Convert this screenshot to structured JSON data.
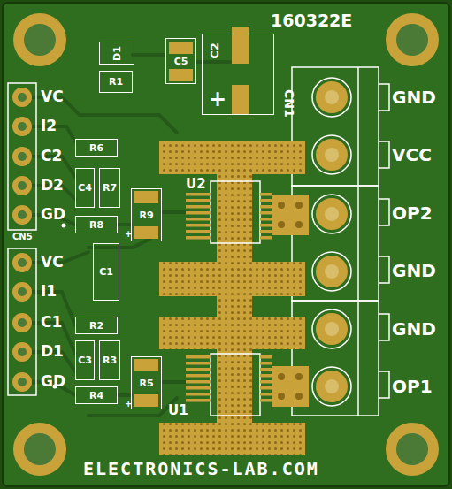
{
  "diagram": {
    "nodes": [
      {
        "text": [
          "D1"
        ]
      },
      {
        "text": [
          "C5"
        ]
      },
      {
        "text": [
          "C2"
        ]
      },
      {
        "text": [
          "R1"
        ]
      },
      {
        "text": [
          "R6"
        ]
      },
      {
        "text": [
          "C4"
        ]
      },
      {
        "text": [
          "R7"
        ]
      },
      {
        "text": [
          "R9"
        ]
      },
      {
        "text": [
          "R8"
        ]
      },
      {
        "text": [
          "C1"
        ]
      },
      {
        "text": [
          "R2"
        ]
      },
      {
        "text": [
          "C3"
        ]
      },
      {
        "text": [
          "R3"
        ]
      },
      {
        "text": [
          "R5"
        ]
      },
      {
        "text": [
          "R4"
        ]
      }
    ],
    "labels": [
      "160322E",
      "CN1",
      "GND",
      "VCC",
      "OP2",
      "GND",
      "GND",
      "OP1",
      "CN5",
      "U2",
      "U1",
      "VC",
      "I2",
      "C2",
      "D2",
      "GD",
      "VC",
      "I1",
      "C1",
      "D1",
      "GD",
      "+",
      "+",
      "+",
      "ELECTRONICS-LAB.COM"
    ]
  }
}
